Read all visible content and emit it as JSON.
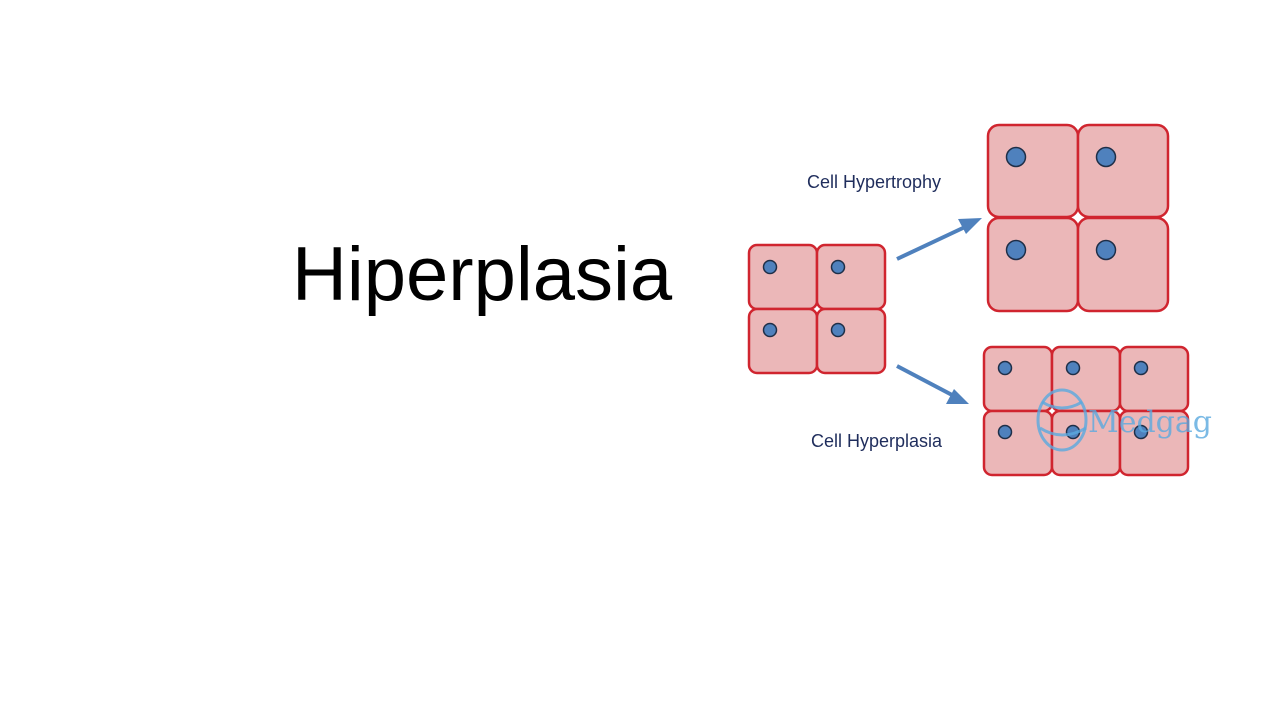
{
  "slide": {
    "title": "Hiperplasia"
  },
  "diagram": {
    "hypertrophy_label": "Cell Hypertrophy",
    "hyperplasia_label": "Cell Hyperplasia",
    "watermark_text": "Medgag",
    "colors": {
      "cell_fill": "#ebb7b8",
      "cell_border": "#d0252f",
      "nucleus": "#4f81bd",
      "arrow": "#4f81bd",
      "label_text": "#1f2d5c"
    }
  }
}
